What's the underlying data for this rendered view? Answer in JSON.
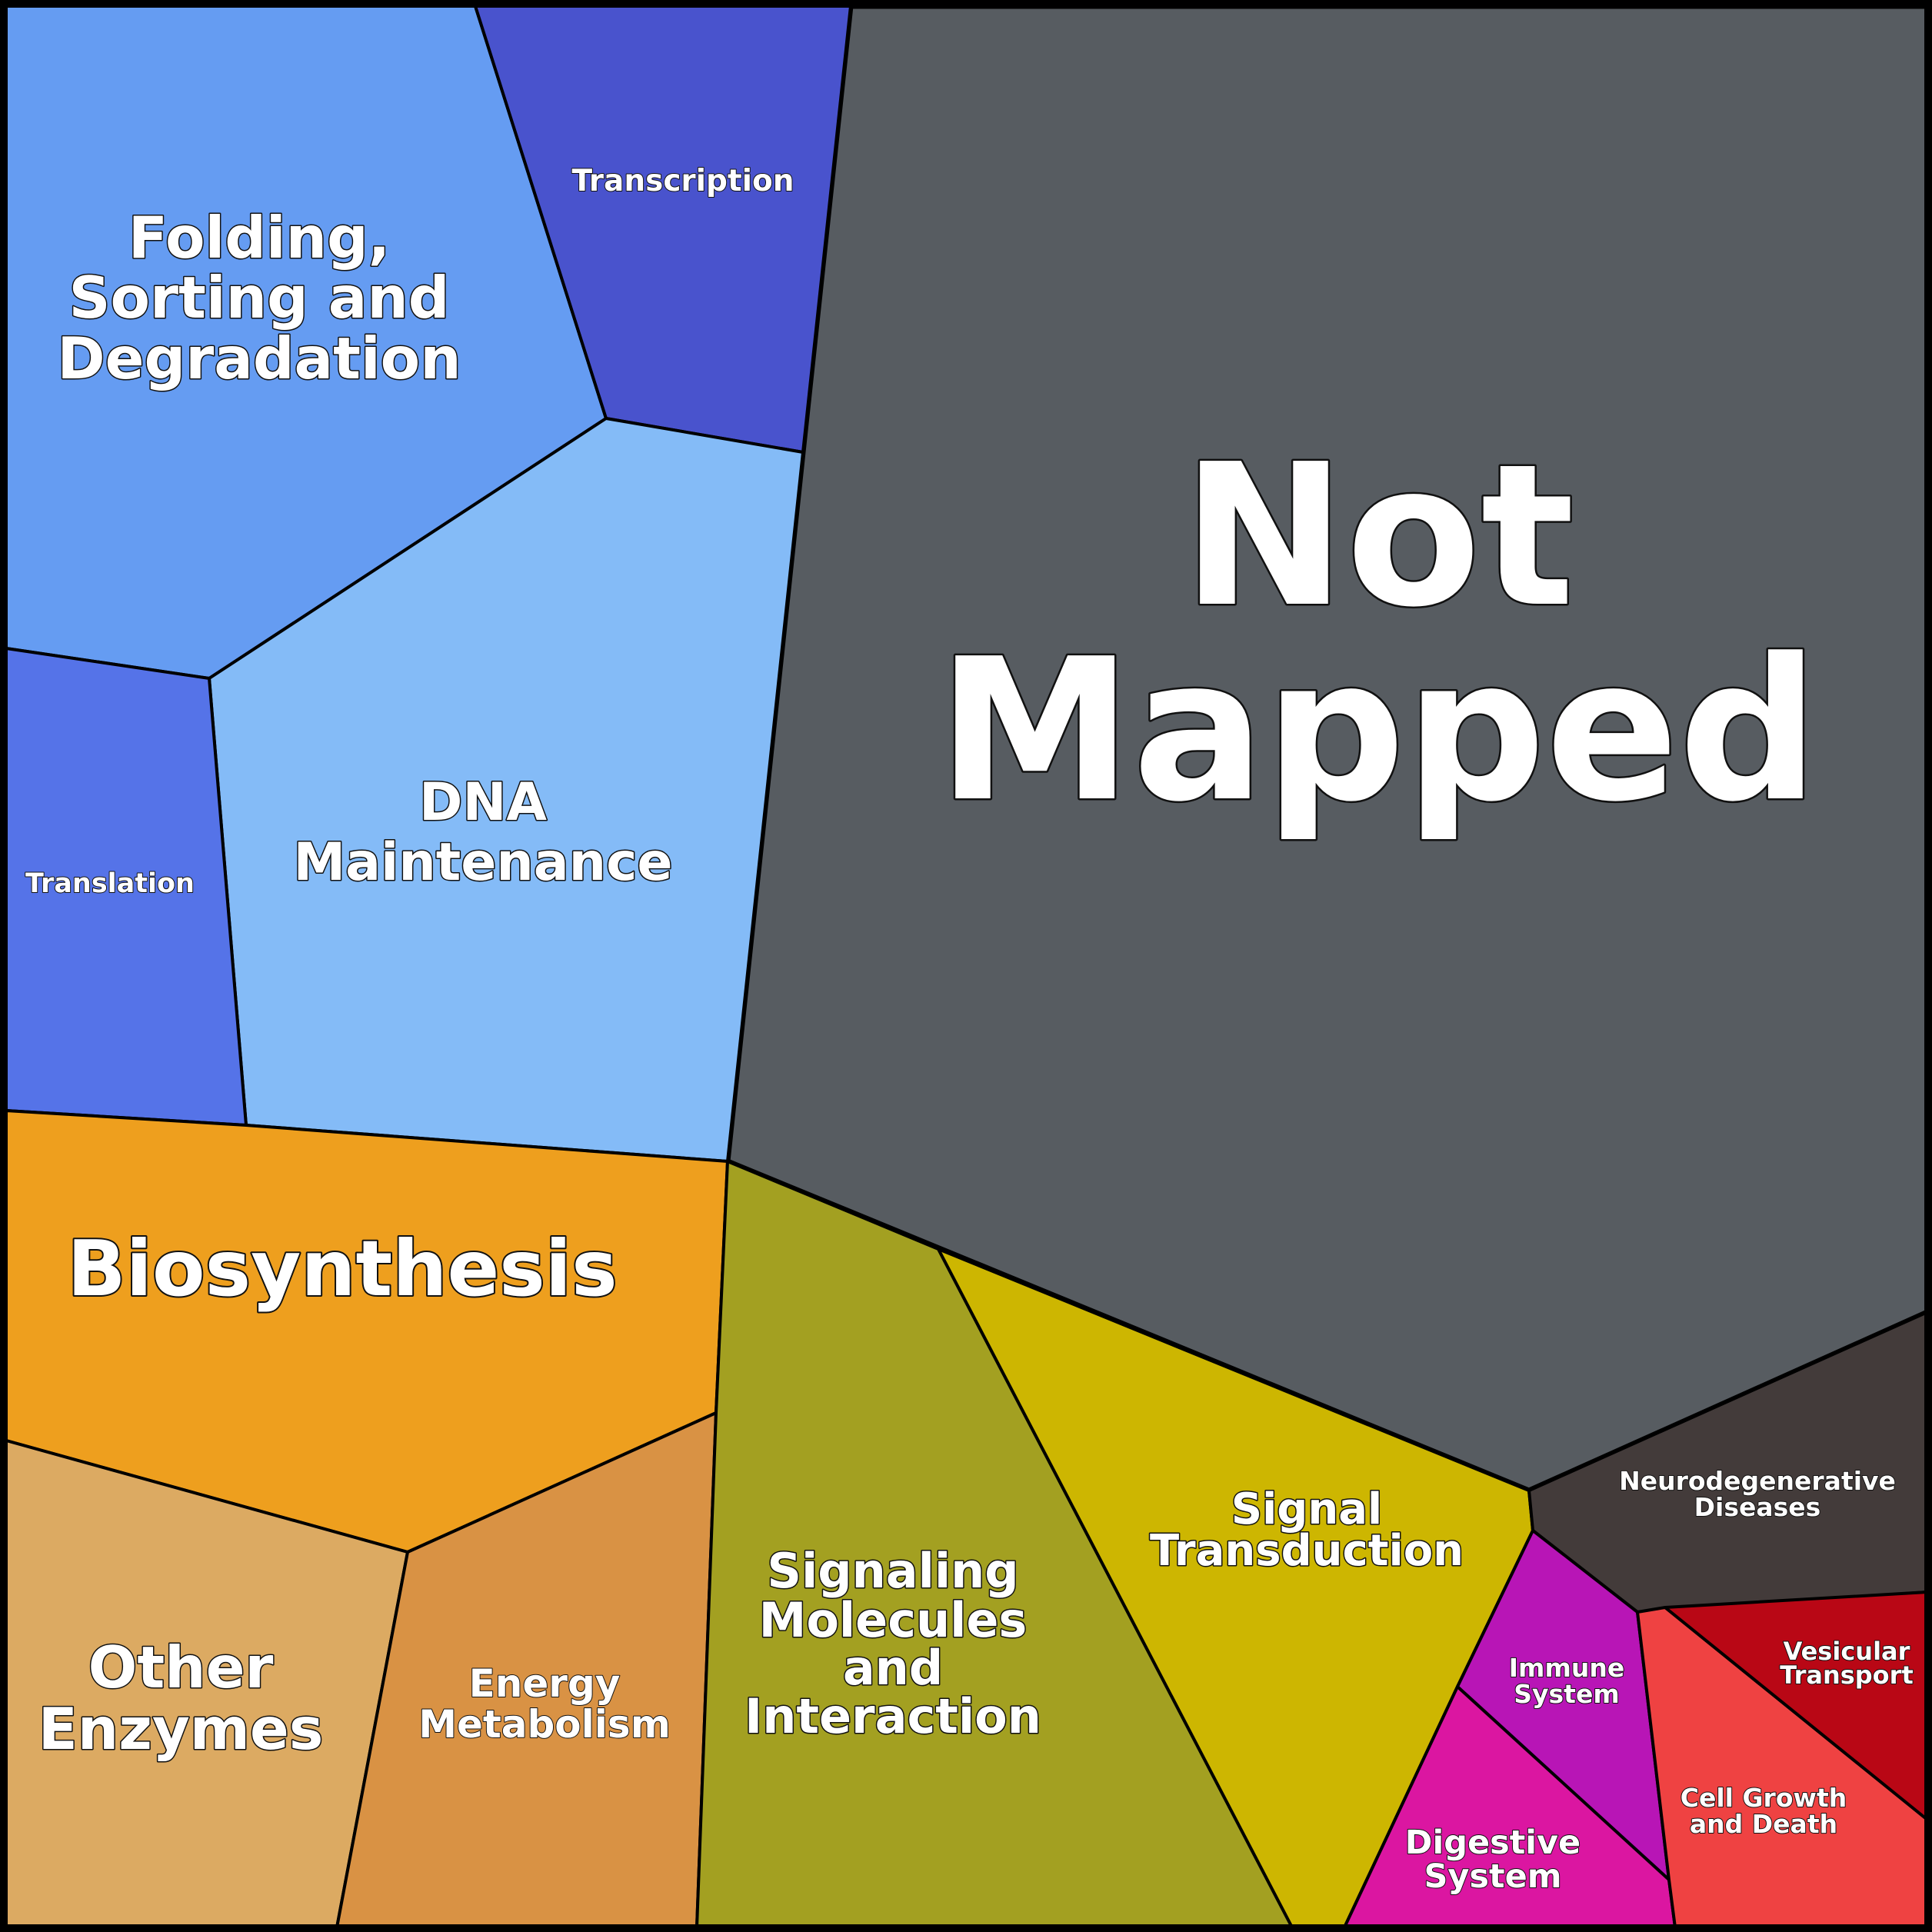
{
  "cells": [
    {
      "id": "not-mapped",
      "label": [
        "Not",
        "Mapped"
      ],
      "color": "#575c61"
    },
    {
      "id": "folding",
      "label": [
        "Folding,",
        "Sorting and",
        "Degradation"
      ],
      "color": "#659cf2"
    },
    {
      "id": "transcription",
      "label": [
        "Transcription"
      ],
      "color": "#4953cd"
    },
    {
      "id": "dna-maintenance",
      "label": [
        "DNA",
        "Maintenance"
      ],
      "color": "#84bbf7"
    },
    {
      "id": "translation",
      "label": [
        "Translation"
      ],
      "color": "#5573e8"
    },
    {
      "id": "biosynthesis",
      "label": [
        "Biosynthesis"
      ],
      "color": "#ee9f1e"
    },
    {
      "id": "other-enzymes",
      "label": [
        "Other",
        "Enzymes"
      ],
      "color": "#dcaa62"
    },
    {
      "id": "energy-metabolism",
      "label": [
        "Energy",
        "Metabolism"
      ],
      "color": "#d99244"
    },
    {
      "id": "signaling-molecules",
      "label": [
        "Signaling",
        "Molecules",
        "and",
        "Interaction"
      ],
      "color": "#a3a021"
    },
    {
      "id": "signal-transduction",
      "label": [
        "Signal",
        "Transduction"
      ],
      "color": "#cdb601"
    },
    {
      "id": "neurodegenerative",
      "label": [
        "Neurodegenerative",
        "Diseases"
      ],
      "color": "#433b3a"
    },
    {
      "id": "immune-system",
      "label": [
        "Immune",
        "System"
      ],
      "color": "#b815b6"
    },
    {
      "id": "digestive-system",
      "label": [
        "Digestive",
        "System"
      ],
      "color": "#db16a1"
    },
    {
      "id": "cell-growth",
      "label": [
        "Cell Growth",
        "and Death"
      ],
      "color": "#ef4242"
    },
    {
      "id": "vesicular-transport",
      "label": [
        "Vesicular",
        "Transport"
      ],
      "color": "#b90715"
    }
  ]
}
